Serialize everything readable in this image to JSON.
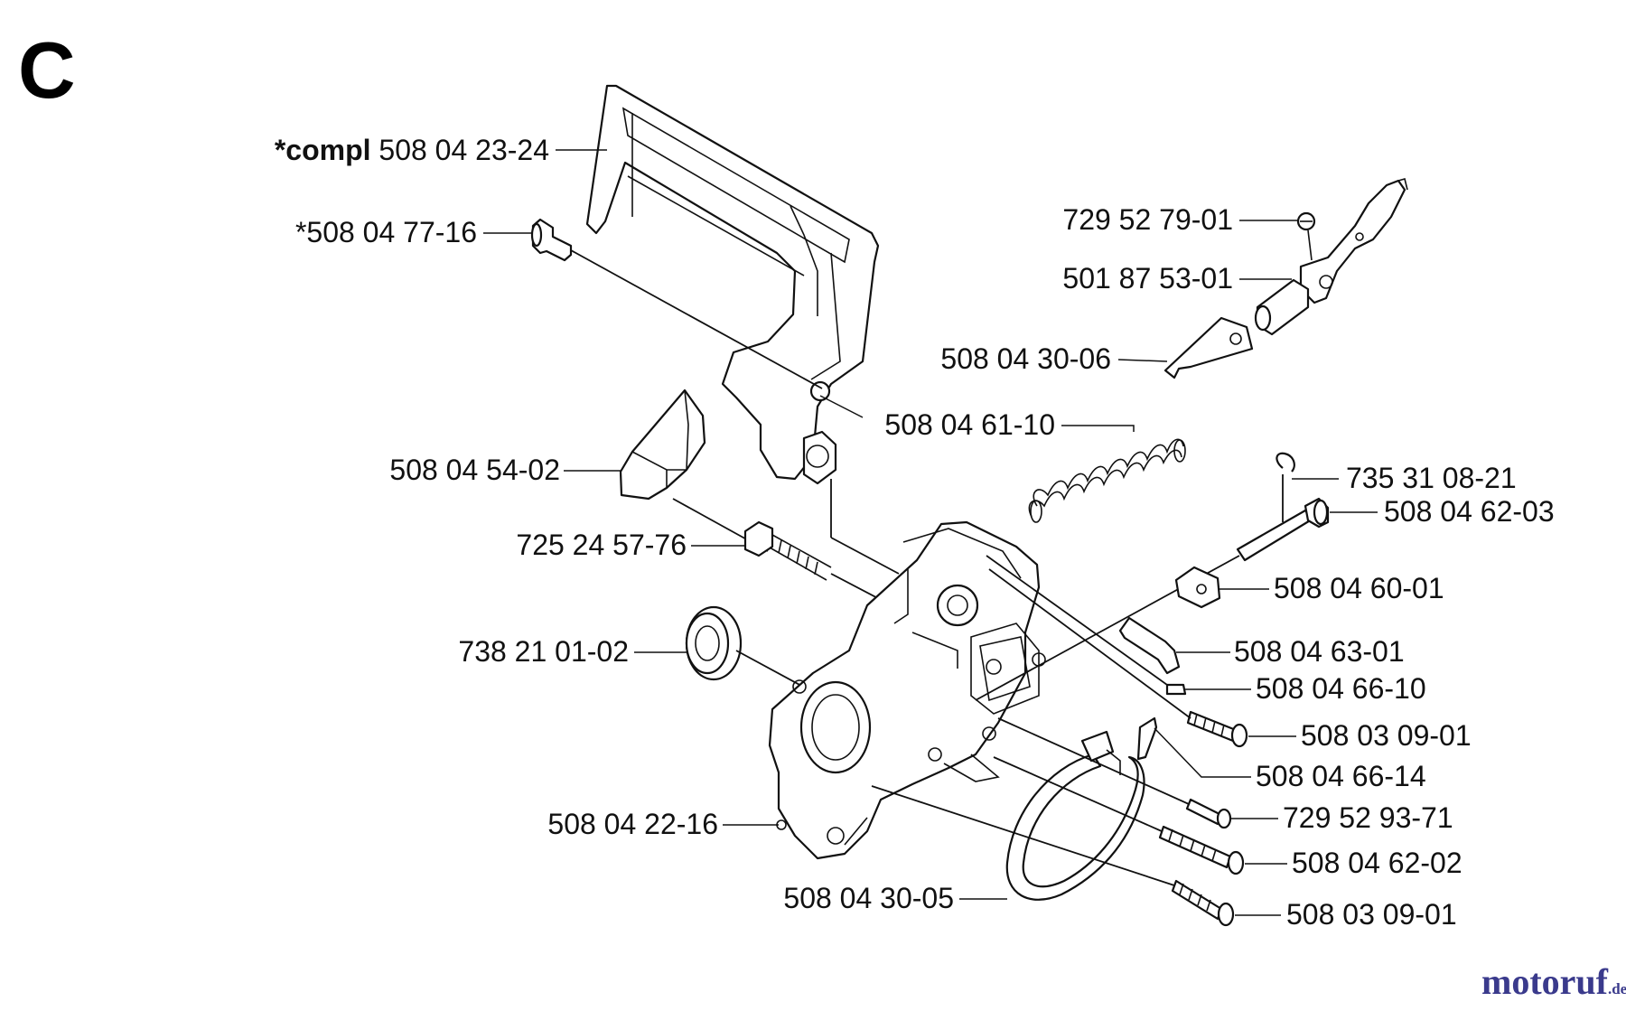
{
  "section_letter": "C",
  "labels": {
    "compl_prefix": "*compl",
    "compl_number": "508 04 23-24",
    "p_508_04_77_16": "*508 04 77-16",
    "p_729_52_79_01": "729 52 79-01",
    "p_501_87_53_01": "501 87 53-01",
    "p_508_04_30_06": "508 04 30-06",
    "p_508_04_61_10": "508 04 61-10",
    "p_508_04_54_02": "508 04 54-02",
    "p_735_31_08_21": "735 31 08-21",
    "p_508_04_62_03": "508 04 62-03",
    "p_725_24_57_76": "725 24 57-76",
    "p_508_04_60_01": "508 04 60-01",
    "p_738_21_01_02": "738 21 01-02",
    "p_508_04_63_01": "508 04 63-01",
    "p_508_04_66_10": "508 04 66-10",
    "p_508_03_09_01_a": "508 03 09-01",
    "p_508_04_66_14": "508 04 66-14",
    "p_508_04_22_16": "508 04 22-16",
    "p_729_52_93_71": "729 52 93-71",
    "p_508_04_62_02": "508 04 62-02",
    "p_508_04_30_05": "508 04 30-05",
    "p_508_03_09_01_b": "508 03 09-01"
  },
  "watermark": {
    "main": "motoruf",
    "suffix": ".de",
    "color": "#3a3a8c",
    "accent_color": "#d9a21b"
  }
}
